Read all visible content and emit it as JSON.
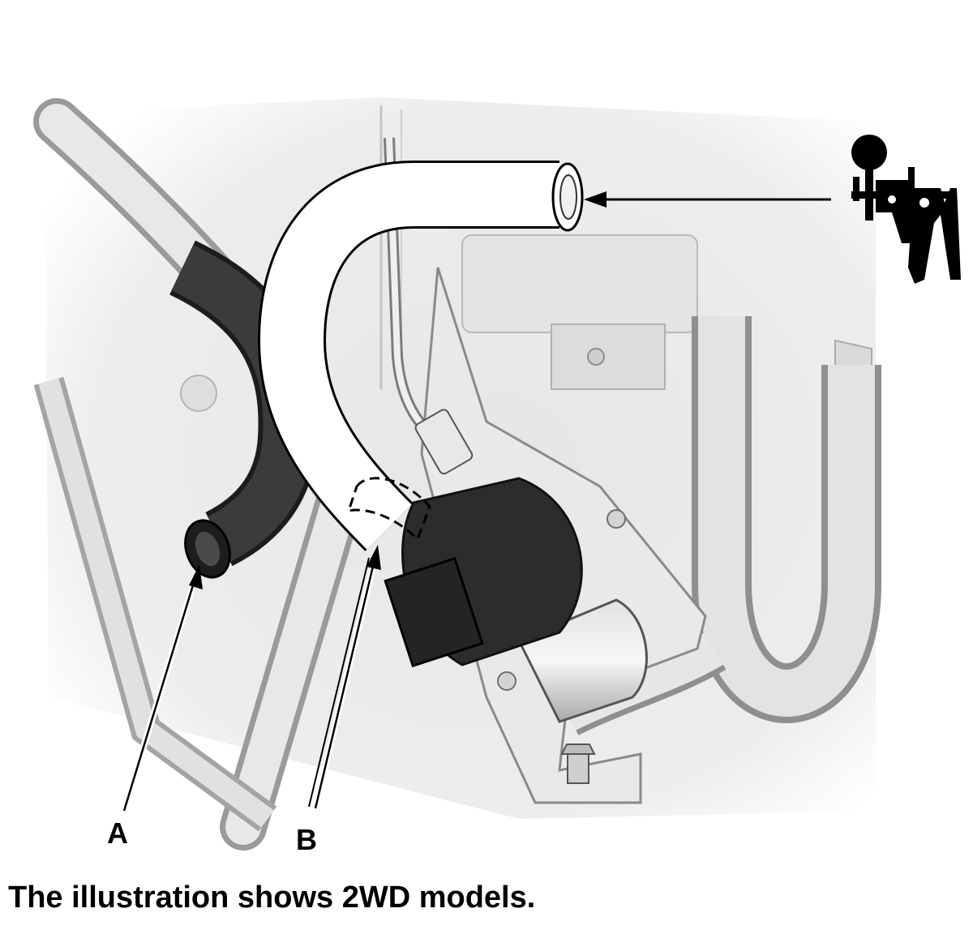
{
  "callouts": [
    {
      "id": "A",
      "text": "A"
    },
    {
      "id": "B",
      "text": "B"
    }
  ],
  "caption": "The illustration shows 2WD models.",
  "icons": {
    "tool": "vacuum-pump-icon",
    "arrow": "arrow-left-icon"
  },
  "colors": {
    "background": "#ffffff",
    "engine_bay": "#d9d9d9",
    "hose_dark": "#3a3a3a",
    "tube_white": "#ffffff",
    "line": "#000000"
  }
}
